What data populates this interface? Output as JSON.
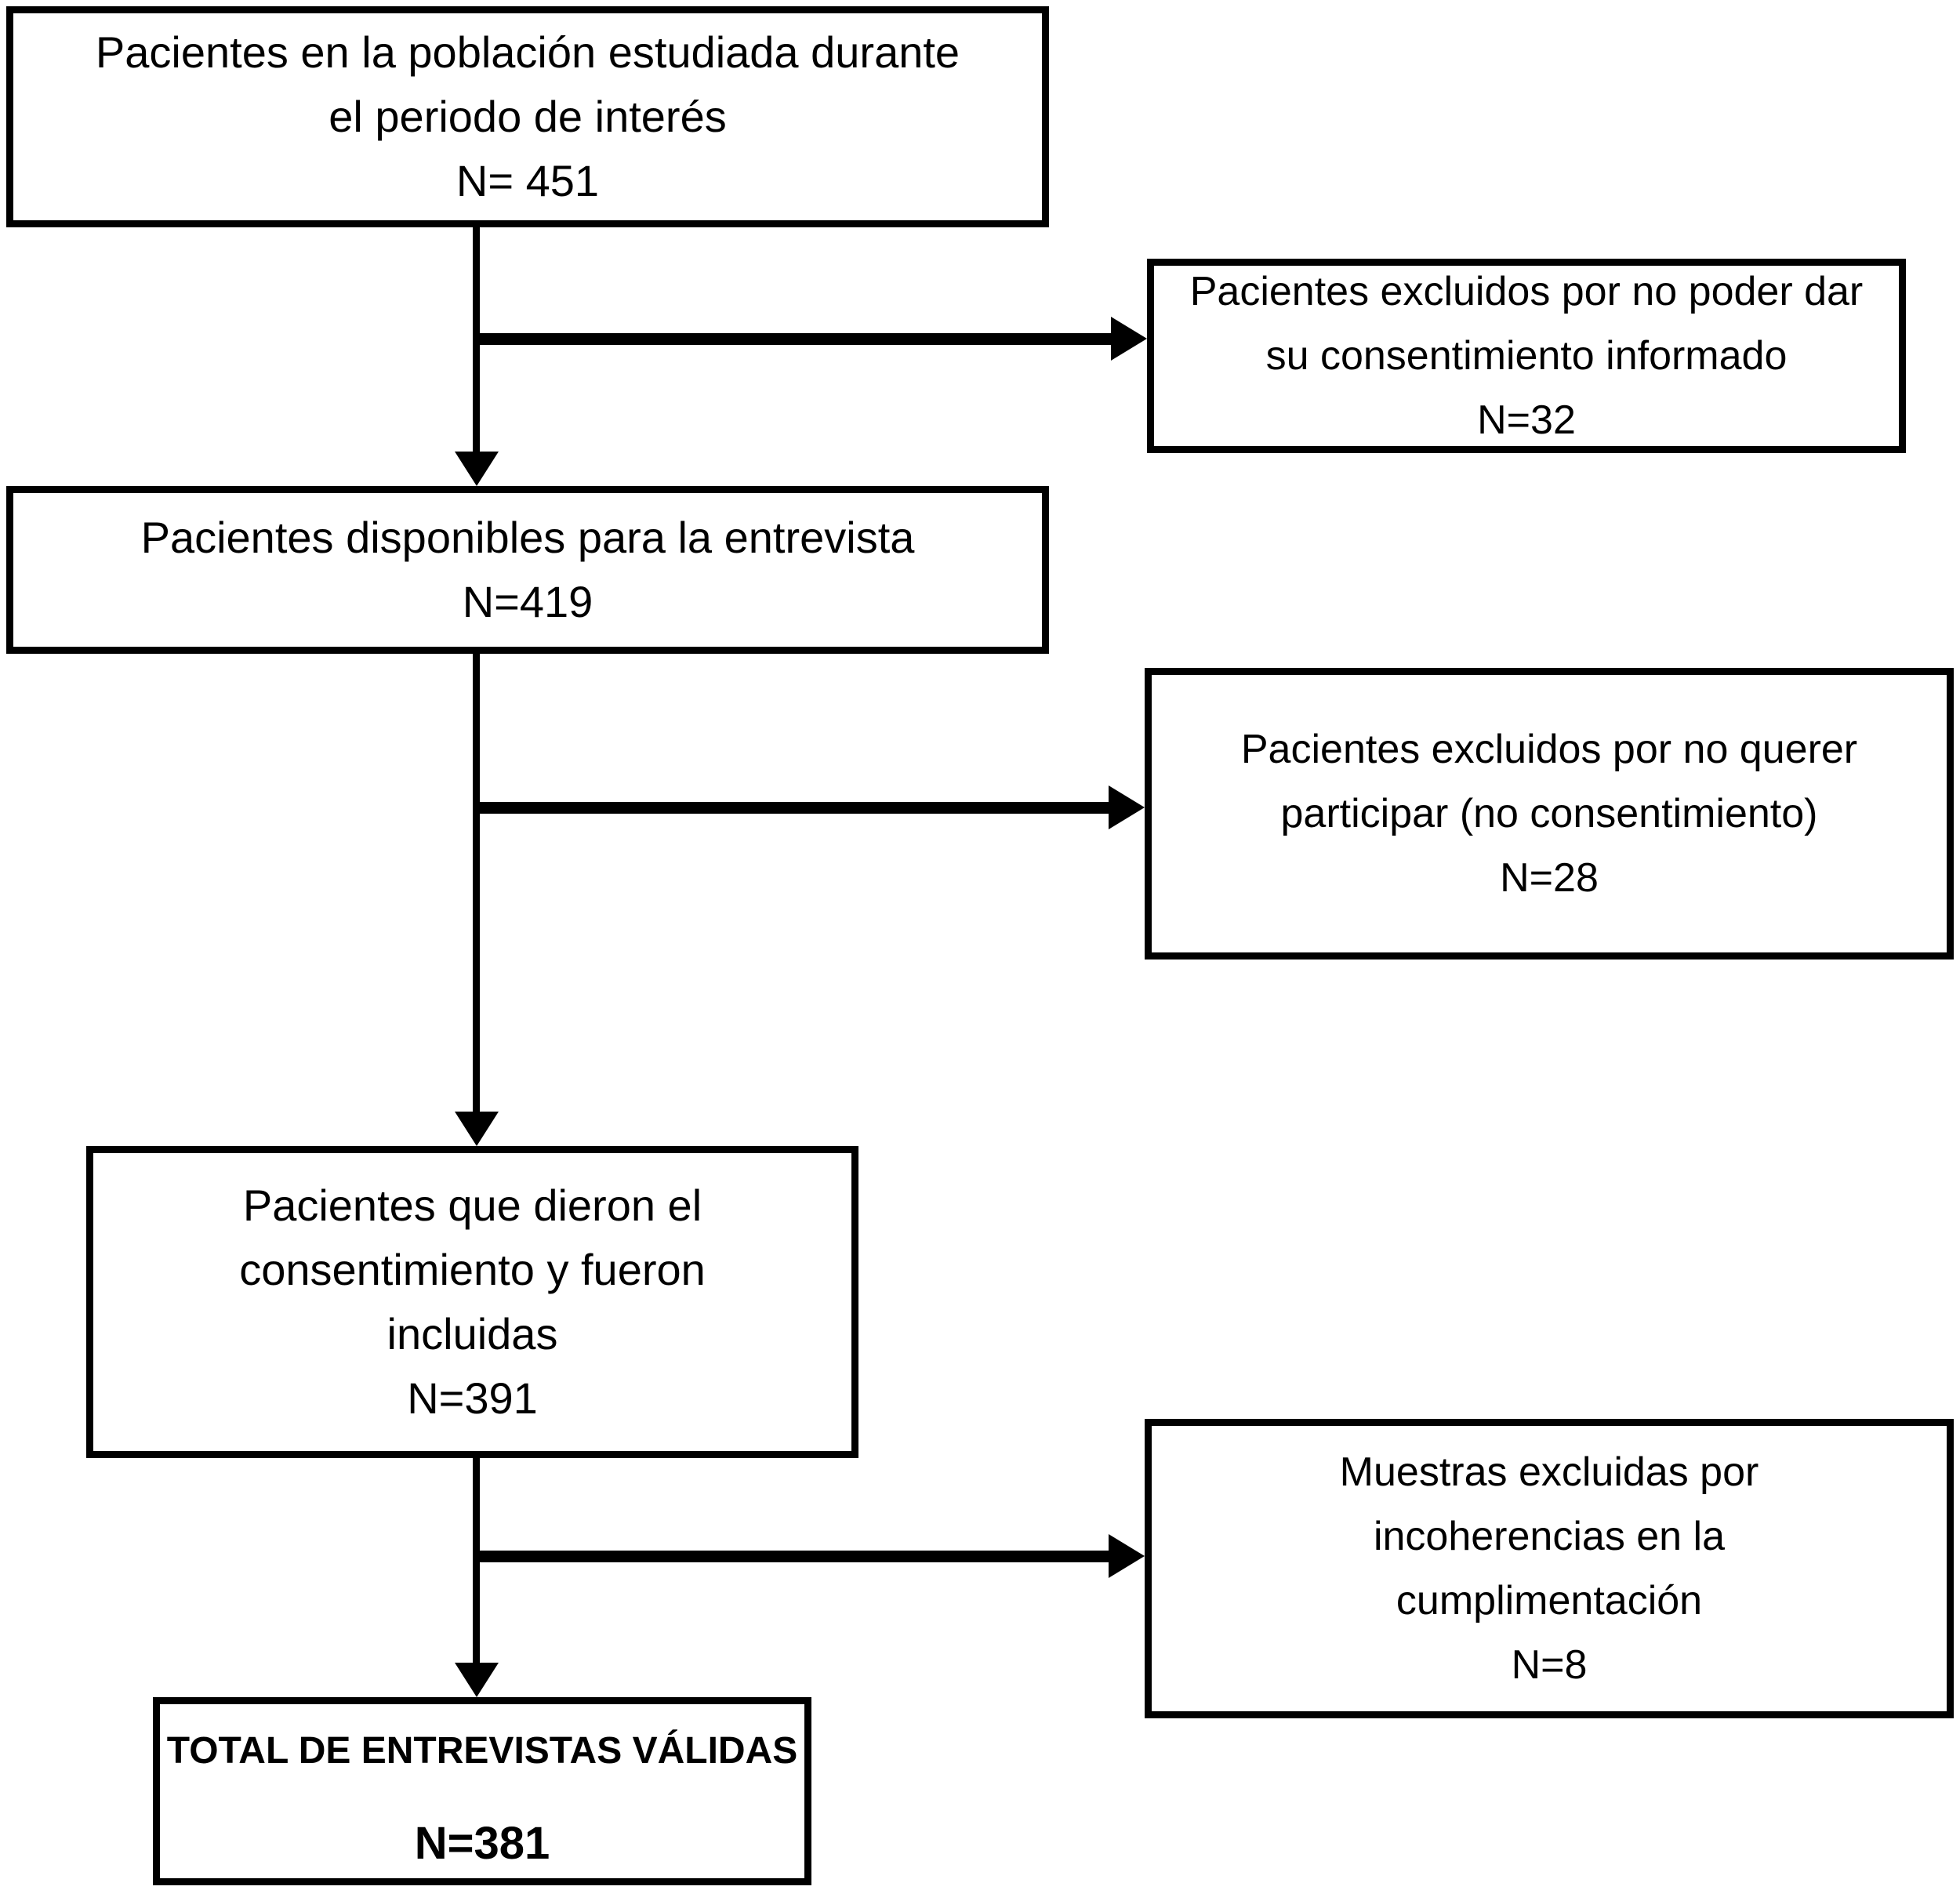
{
  "diagram": {
    "type": "patient-flow-chart",
    "language": "es",
    "colors": {
      "background": "#ffffff",
      "box_border": "#000000",
      "text": "#000000",
      "arrow": "#000000"
    },
    "boxes": {
      "population": {
        "text": "Pacientes en la población estudiada durante\nel periodo de interés\nN= 451",
        "n": 451
      },
      "available": {
        "text": "Pacientes disponibles para la entrevista\nN=419",
        "n": 419
      },
      "consented": {
        "text": "Pacientes que dieron el\nconsentimiento y fueron\nincluidas\nN=391",
        "n": 391
      },
      "total": {
        "title": "TOTAL DE ENTREVISTAS VÁLIDAS",
        "value": "N=381",
        "n": 381
      },
      "excluded_no_informed_consent": {
        "text": "Pacientes excluidos por no poder dar\nsu consentimiento informado\nN=32",
        "n": 32
      },
      "excluded_refused_participation": {
        "text": "Pacientes excluidos por no querer\nparticipar (no consentimiento)\nN=28",
        "n": 28
      },
      "excluded_incoherent_samples": {
        "text": "Muestras excluidas por\nincoherencias en la\ncumplimentación\nN=8",
        "n": 8
      }
    }
  }
}
